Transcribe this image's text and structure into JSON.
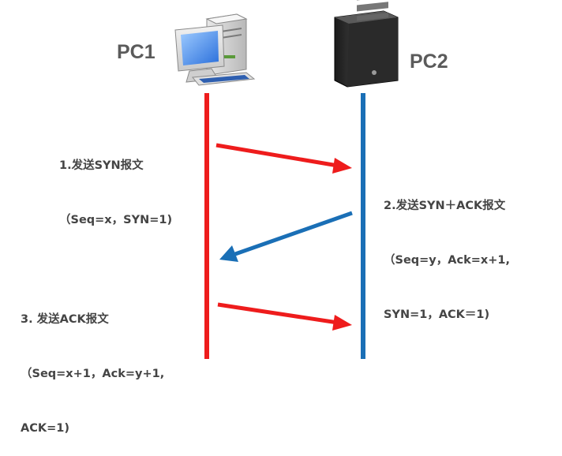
{
  "colors": {
    "pc1_line": "#ee1c1c",
    "pc2_line": "#1a6fb6",
    "arrow_request": "#ee1c1c",
    "arrow_reply": "#1a6fb6",
    "label": "#5b5b5b"
  },
  "nodes": {
    "pc1": {
      "label": "PC1",
      "icon": "desktop-computer-icon"
    },
    "pc2": {
      "label": "PC2",
      "icon": "server-tower-icon"
    }
  },
  "steps": [
    {
      "lines": [
        "1.发送SYN报文",
        "（Seq=x，SYN=1)"
      ]
    },
    {
      "lines": [
        "2.发送SYN＋ACK报文",
        "（Seq=y，Ack=x+1,",
        "SYN=1，ACK＝1)"
      ]
    },
    {
      "lines": [
        "3. 发送ACK报文",
        "（Seq=x+1，Ack=y+1,",
        "ACK=1)"
      ]
    }
  ]
}
